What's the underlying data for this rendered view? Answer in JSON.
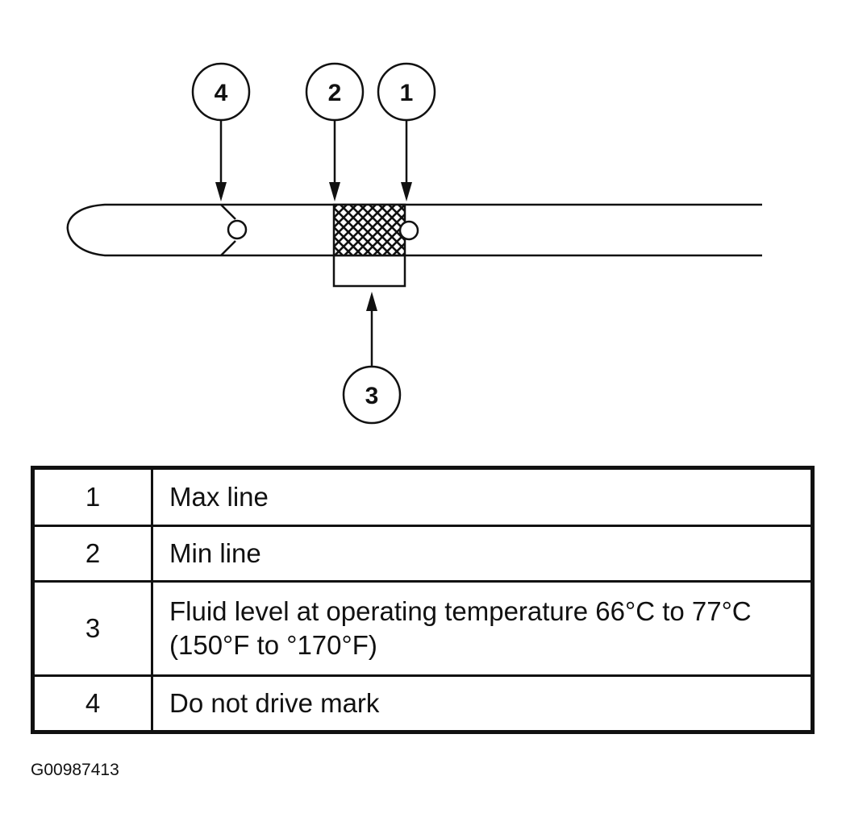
{
  "callouts": [
    "4",
    "2",
    "1",
    "3"
  ],
  "legend": [
    {
      "number": "1",
      "description": "Max line"
    },
    {
      "number": "2",
      "description": "Min line"
    },
    {
      "number": "3",
      "description": "Fluid level at operating temperature 66°C to 77°C (150°F to °170°F)"
    },
    {
      "number": "4",
      "description": "Do not drive mark"
    }
  ],
  "figure_id": "G00987413"
}
